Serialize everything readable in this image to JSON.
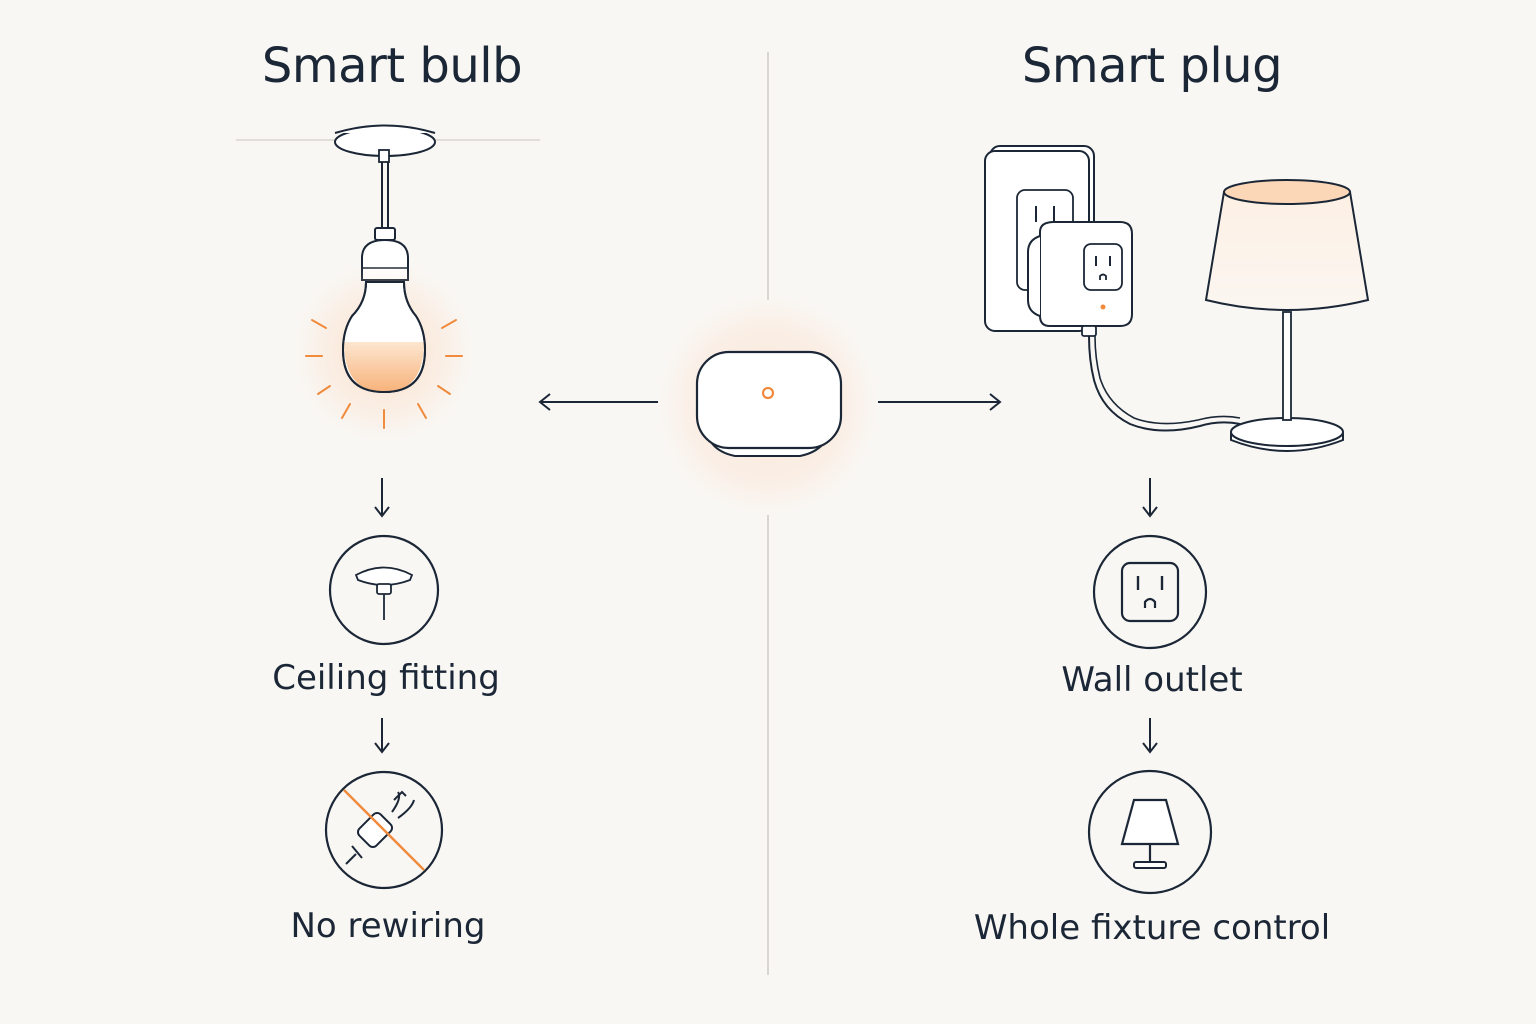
{
  "left": {
    "title": "Smart bulb",
    "steps": [
      "Ceiling fitting",
      "No rewiring"
    ],
    "icons": [
      "ceiling-fitting-icon",
      "no-rewiring-icon"
    ]
  },
  "right": {
    "title": "Smart plug",
    "steps": [
      "Wall outlet",
      "Whole fixture control"
    ],
    "icons": [
      "wall-outlet-icon",
      "lamp-icon"
    ]
  },
  "hub": {
    "icon": "smart-hub-icon"
  },
  "colors": {
    "background": "#f9f7f4",
    "ink": "#1b2736",
    "accent": "#f08a3c",
    "divider": "#d9d6d2"
  }
}
